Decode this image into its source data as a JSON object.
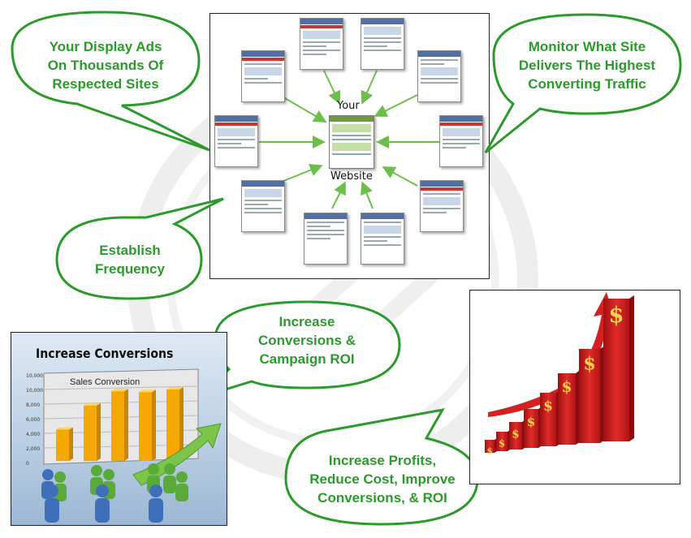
{
  "callouts": {
    "display_ads": [
      "Your Display Ads",
      "On Thousands Of",
      "Respected Sites"
    ],
    "monitor": [
      "Monitor What Site",
      "Delivers The Highest",
      "Converting Traffic"
    ],
    "frequency": [
      "Establish",
      "Frequency"
    ],
    "conversions": [
      "Increase",
      "Conversions &",
      "Campaign ROI"
    ],
    "profits": [
      "Increase Profits,",
      "Reduce Cost, Improve",
      "Conversions, & ROI"
    ]
  },
  "network": {
    "center_label_top": "Your",
    "center_label_bottom": "Website"
  },
  "conversions_chart": {
    "title": "Increase Conversions",
    "subtitle": "Sales Conversion",
    "ticks": [
      "10,000",
      "10,000",
      "8,000",
      "6,000",
      "4,000",
      "2,000",
      "0"
    ],
    "bar_values": [
      0.35,
      0.62,
      0.78,
      0.77,
      0.8
    ]
  },
  "profits_chart": {
    "bar_symbol": "$",
    "bar_values": [
      0.08,
      0.12,
      0.17,
      0.24,
      0.33,
      0.44,
      0.58,
      0.88
    ]
  },
  "colors": {
    "callout_green": "#2c9a2c",
    "arrow_green": "#6cc04a",
    "bar_orange": "#f5a800",
    "bar_red": "#d42020"
  }
}
